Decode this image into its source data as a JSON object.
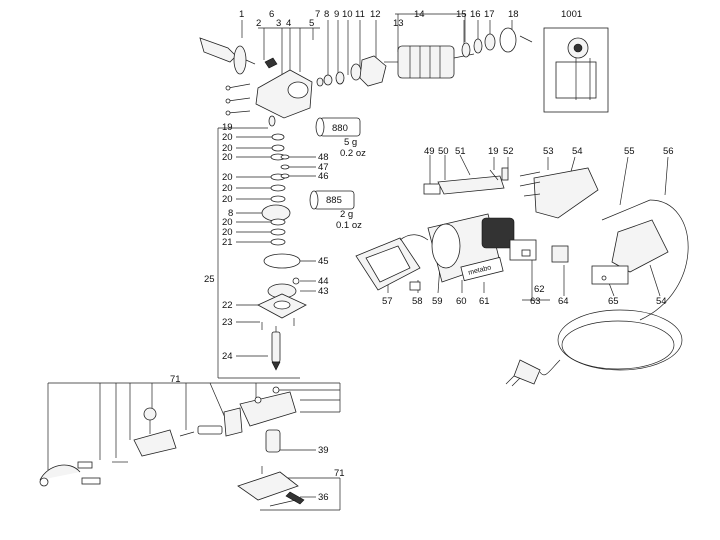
{
  "numbers": {
    "n1": "1",
    "n2": "2",
    "n3": "3",
    "n4": "4",
    "n5": "5",
    "n6": "6",
    "n7": "7",
    "n8": "8",
    "n9": "9",
    "n10": "10",
    "n11": "11",
    "n12": "12",
    "n13": "13",
    "n14": "14",
    "n15": "15",
    "n16": "16",
    "n17": "17",
    "n18": "18",
    "n19": "19",
    "n20": "20",
    "n21": "21",
    "n22": "22",
    "n23": "23",
    "n24": "24",
    "n25": "25",
    "n36": "36",
    "n39": "39",
    "n43": "43",
    "n44": "44",
    "n45": "45",
    "n46": "46",
    "n47": "47",
    "n48": "48",
    "n49": "49",
    "n50": "50",
    "n51": "51",
    "n52": "52",
    "n53": "53",
    "n54": "54",
    "n55": "55",
    "n56": "56",
    "n57": "57",
    "n58": "58",
    "n59": "59",
    "n60": "60",
    "n61": "61",
    "n62": "62",
    "n63": "63",
    "n64": "64",
    "n65": "65",
    "n71": "71",
    "n1001": "1001"
  },
  "grease": {
    "g880": "880",
    "g880_qty": "5 g",
    "g880_oz": "0.2 oz",
    "g885": "885",
    "g885_qty": "2 g",
    "g885_oz": "0.1 oz"
  },
  "brand_text": "metabo"
}
